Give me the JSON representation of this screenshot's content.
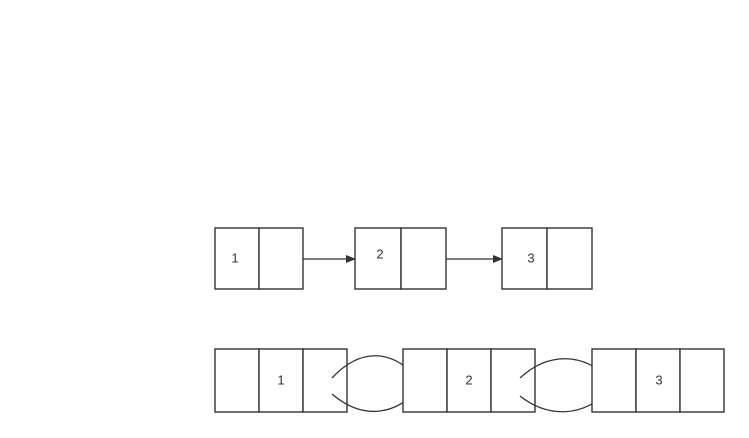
{
  "diagram": {
    "rows": [
      {
        "kind": "singly-linked",
        "nodes": [
          {
            "value": "1"
          },
          {
            "value": "2"
          },
          {
            "value": "3"
          }
        ]
      },
      {
        "kind": "doubly-linked",
        "nodes": [
          {
            "value": "1"
          },
          {
            "value": "2"
          },
          {
            "value": "3"
          }
        ]
      }
    ]
  },
  "colors": {
    "stroke": "#333333",
    "background": "#ffffff"
  }
}
